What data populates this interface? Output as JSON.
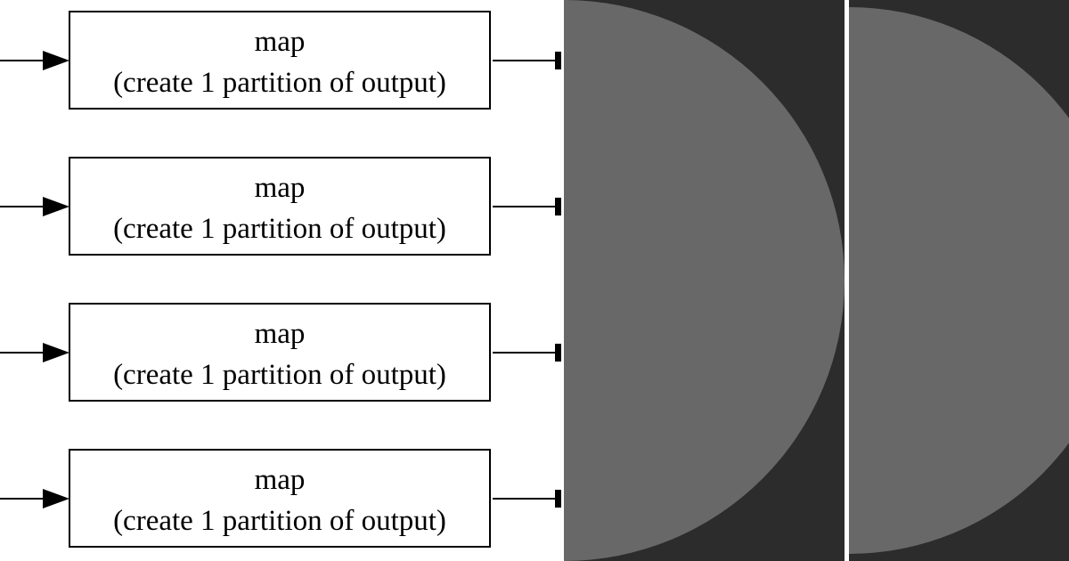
{
  "diagram": {
    "stages": [
      {
        "title": "map",
        "subtitle": "(create 1 partition of output)"
      },
      {
        "title": "map",
        "subtitle": "(create 1 partition of output)"
      },
      {
        "title": "map",
        "subtitle": "(create 1 partition of output)"
      },
      {
        "title": "map",
        "subtitle": "(create 1 partition of output)"
      }
    ]
  },
  "colors": {
    "box_border": "#000000",
    "arrow": "#000000",
    "panel_background": "#2c2c2c",
    "partition_fill": "#686868"
  }
}
